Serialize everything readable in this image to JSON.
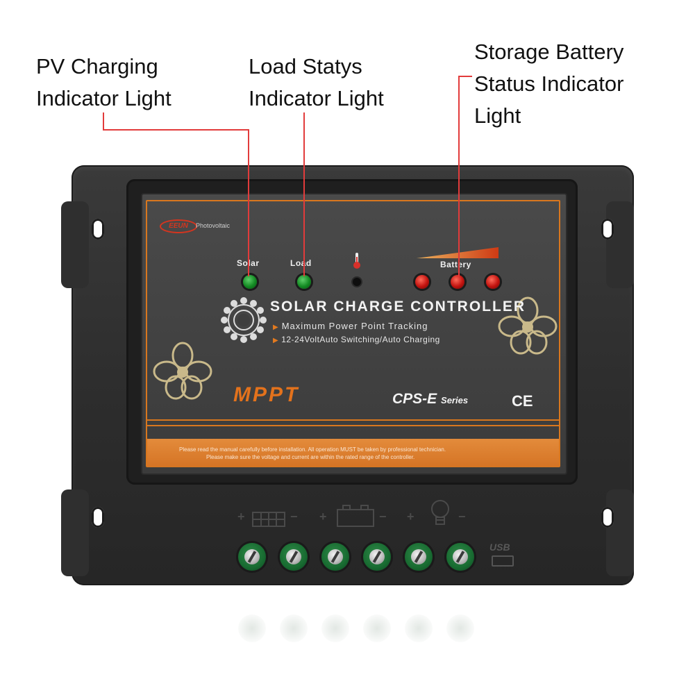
{
  "callouts": {
    "pv": [
      "PV Charging",
      "Indicator Light"
    ],
    "load": [
      "Load Statys",
      "Indicator Light"
    ],
    "battery": [
      "Storage Battery",
      "Status Indicator",
      "Light"
    ]
  },
  "panel": {
    "brand_logo_text": "EEUN",
    "brand_subtext": "Photovoltaic",
    "indicators": {
      "solar_label": "Solar",
      "load_label": "Load",
      "battery_label": "Battery"
    },
    "title": "SOLAR CHARGE CONTROLLER",
    "features": [
      "Maximum Power Point Tracking",
      "12-24VoltAuto Switching/Auto Charging"
    ],
    "model_mark": "MPPT",
    "series_name": "CPS-E",
    "series_suffix": "Series",
    "cert_mark": "CE",
    "warning_lines": [
      "Please read the manual carefully before installation. All operation MUST be taken by professional technician.",
      "Please make sure the voltage and current are within the rated range of the controller."
    ]
  },
  "terminals": {
    "group_marks": [
      "+",
      "−",
      "+",
      "−",
      "+",
      "−"
    ],
    "port_label": "USB"
  },
  "colors": {
    "accent_orange": "#d9771e",
    "led_green": "#138a23",
    "led_red": "#c2130f",
    "leader_line": "#e23b3b"
  }
}
